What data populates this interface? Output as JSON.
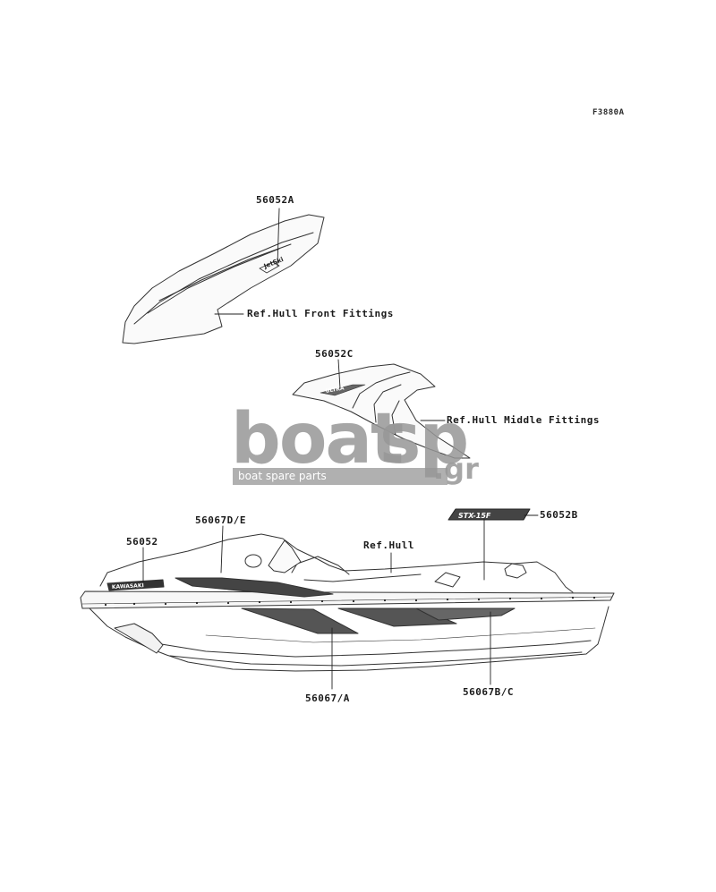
{
  "figure_code": "F3880A",
  "labels": {
    "p56052A": "56052A",
    "front_fittings": "Ref.Hull Front Fittings",
    "p56052C": "56052C",
    "middle_fittings": "Ref.Hull Middle Fittings",
    "p56052B": "56052B",
    "p56067DE": "56067D/E",
    "p56052": "56052",
    "ref_hull": "Ref.Hull",
    "p56067A": "56067/A",
    "p56067BC": "56067B/C"
  },
  "decal_text": {
    "front": "JetSki",
    "middle": "ULTRA",
    "rear": "STX-15F",
    "hull": "KAWASAKI"
  },
  "watermark": {
    "word1": "boat",
    "word2": "sp",
    "suffix": ".gr",
    "subtitle": "boat spare parts"
  }
}
